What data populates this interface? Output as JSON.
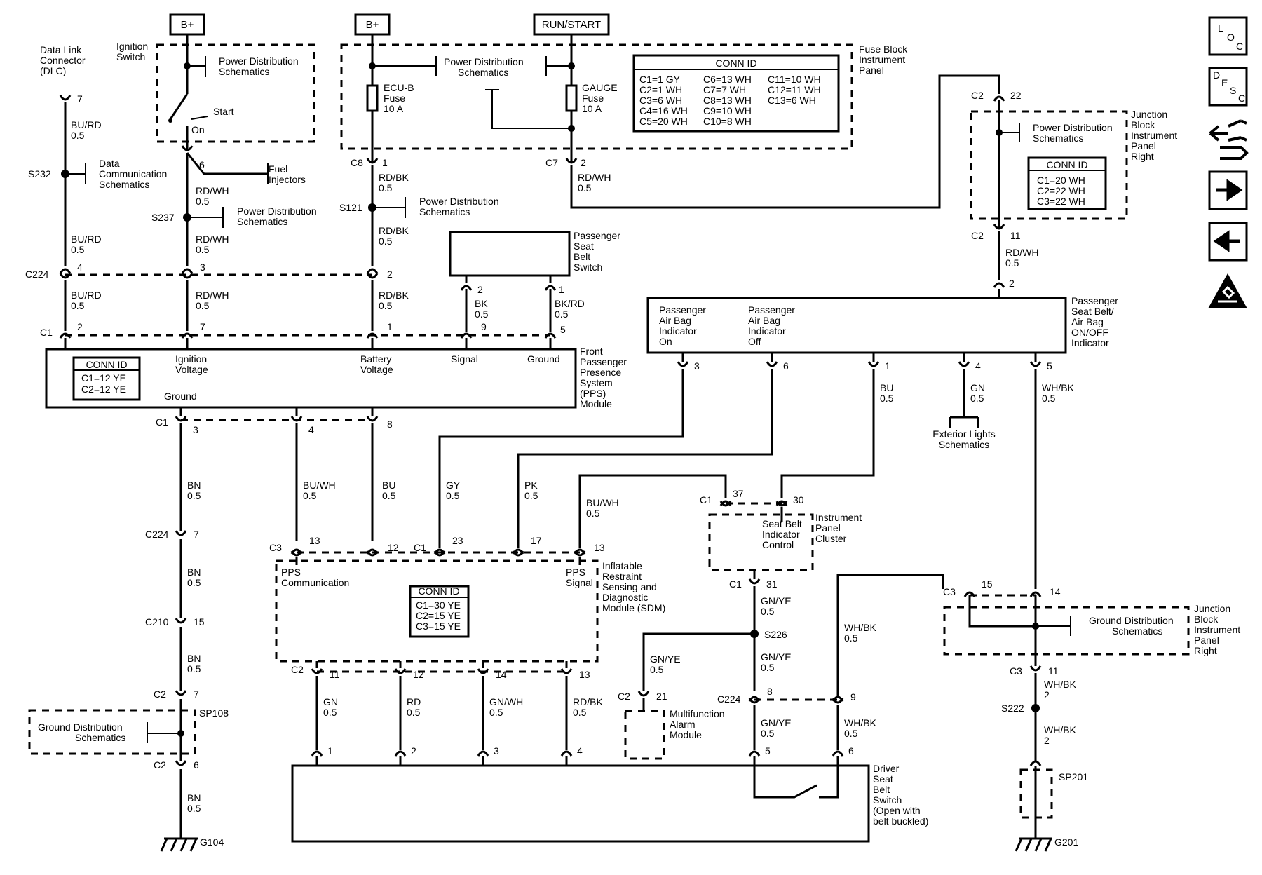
{
  "supply": {
    "bplus": "B+",
    "run_start": "RUN/START"
  },
  "dlc": {
    "title": [
      "Data Link",
      "Connector",
      "(DLC)"
    ],
    "pin": "7"
  },
  "ignition_switch": {
    "title": [
      "Ignition",
      "Switch"
    ],
    "pd": [
      "Power Distribution",
      "Schematics"
    ],
    "start": "Start",
    "on": "On"
  },
  "fuse_block": {
    "title": [
      "Fuse Block –",
      "Instrument",
      "Panel"
    ],
    "pd": [
      "Power Distribution",
      "Schematics"
    ],
    "ecu_fuse": [
      "ECU-B",
      "Fuse",
      "10 A"
    ],
    "gauge_fuse": [
      "GAUGE",
      "Fuse",
      "10 A"
    ],
    "conn_title": "CONN ID",
    "conn_rows": [
      [
        "C1=1 GY",
        "C6=13 WH",
        "C11=10 WH"
      ],
      [
        "C2=1 WH",
        "C7=7 WH",
        "C12=11 WH"
      ],
      [
        "C3=6 WH",
        "C8=13 WH",
        "C13=6 WH"
      ],
      [
        "C4=16 WH",
        "C9=10 WH",
        ""
      ],
      [
        "C5=20 WH",
        "C10=8 WH",
        ""
      ]
    ]
  },
  "junction_block_top": {
    "title": [
      "Junction",
      "Block –",
      "Instrument",
      "Panel",
      "Right"
    ],
    "pd": [
      "Power Distribution",
      "Schematics"
    ],
    "conn_title": "CONN ID",
    "conn_rows": [
      "C1=20 WH",
      "C2=22 WH",
      "C3=22 WH"
    ]
  },
  "labels": {
    "s232": "S232",
    "s237": "S237",
    "s121": "S121",
    "s226": "S226",
    "s222": "S222",
    "c224": "C224",
    "c1": "C1",
    "c2": "C2",
    "c3": "C3",
    "c7": "C7",
    "c8": "C8",
    "c210": "C210",
    "sp108": "SP108",
    "sp201": "SP201",
    "g104": "G104",
    "g201": "G201",
    "data_comm": [
      "Data",
      "Communication",
      "Schematics"
    ],
    "fuel_inj": [
      "Fuel",
      "Injectors"
    ],
    "pd": [
      "Power Distribution",
      "Schematics"
    ],
    "ext_lights": [
      "Exterior Lights",
      "Schematics"
    ],
    "gnd_dist": [
      "Ground Distribution",
      "Schematics"
    ]
  },
  "wires": {
    "bu_rd": "BU/RD",
    "rd_wh": "RD/WH",
    "rd_bk": "RD/BK",
    "bk": "BK",
    "bk_rd": "BK/RD",
    "bn": "BN",
    "bu_wh": "BU/WH",
    "bu": "BU",
    "gy": "GY",
    "pk": "PK",
    "gn": "GN",
    "wh_bk": "WH/BK",
    "gn_ye": "GN/YE",
    "rd": "RD",
    "gn_wh": "GN/WH",
    "g05": "0.5",
    "g2": "2"
  },
  "pins": {
    "p1": "1",
    "p2": "2",
    "p3": "3",
    "p4": "4",
    "p5": "5",
    "p6": "6",
    "p7": "7",
    "p8": "8",
    "p9": "9",
    "p11": "11",
    "p12": "12",
    "p13": "13",
    "p14": "14",
    "p15": "15",
    "p17": "17",
    "p21": "21",
    "p22": "22",
    "p23": "23",
    "p30": "30",
    "p31": "31",
    "p37": "37"
  },
  "pps_switch": {
    "title": [
      "Passenger",
      "Seat",
      "Belt",
      "Switch"
    ]
  },
  "pps_module": {
    "title": [
      "Front",
      "Passenger",
      "Presence",
      "System",
      "(PPS)",
      "Module"
    ],
    "conn_title": "CONN ID",
    "conn_rows": [
      "C1=12 YE",
      "C2=12 YE"
    ],
    "ign": [
      "Ignition",
      "Voltage"
    ],
    "bat": [
      "Battery",
      "Voltage"
    ],
    "signal": "Signal",
    "ground": "Ground",
    "gnd_bottom": "Ground"
  },
  "indicator": {
    "title": [
      "Passenger",
      "Seat Belt/",
      "Air Bag",
      "ON/OFF",
      "Indicator"
    ],
    "on": [
      "Passenger",
      "Air Bag",
      "Indicator",
      "On"
    ],
    "off": [
      "Passenger",
      "Air Bag",
      "Indicator",
      "Off"
    ]
  },
  "sdm": {
    "title": [
      "Inflatable",
      "Restraint",
      "Sensing and",
      "Diagnostic",
      "Module (SDM)"
    ],
    "comm": [
      "PPS",
      "Communication"
    ],
    "sig": [
      "PPS",
      "Signal"
    ],
    "conn_title": "CONN ID",
    "conn_rows": [
      "C1=30 YE",
      "C2=15 YE",
      "C3=15 YE"
    ]
  },
  "ipc": {
    "title": [
      "Instrument",
      "Panel",
      "Cluster"
    ],
    "ctl": [
      "Seat Belt",
      "Indicator",
      "Control"
    ]
  },
  "mfam": {
    "title": [
      "Multifunction",
      "Alarm",
      "Module"
    ]
  },
  "junction_block_bottom": {
    "title": [
      "Junction",
      "Block –",
      "Instrument",
      "Panel",
      "Right"
    ]
  },
  "driver_switch": {
    "title": [
      "Driver",
      "Seat",
      "Belt",
      "Switch",
      "(Open with",
      "belt buckled)"
    ]
  },
  "nav": {
    "loc": [
      "L",
      "O",
      "C"
    ],
    "desc": [
      "D",
      "E",
      "S",
      "C"
    ]
  }
}
